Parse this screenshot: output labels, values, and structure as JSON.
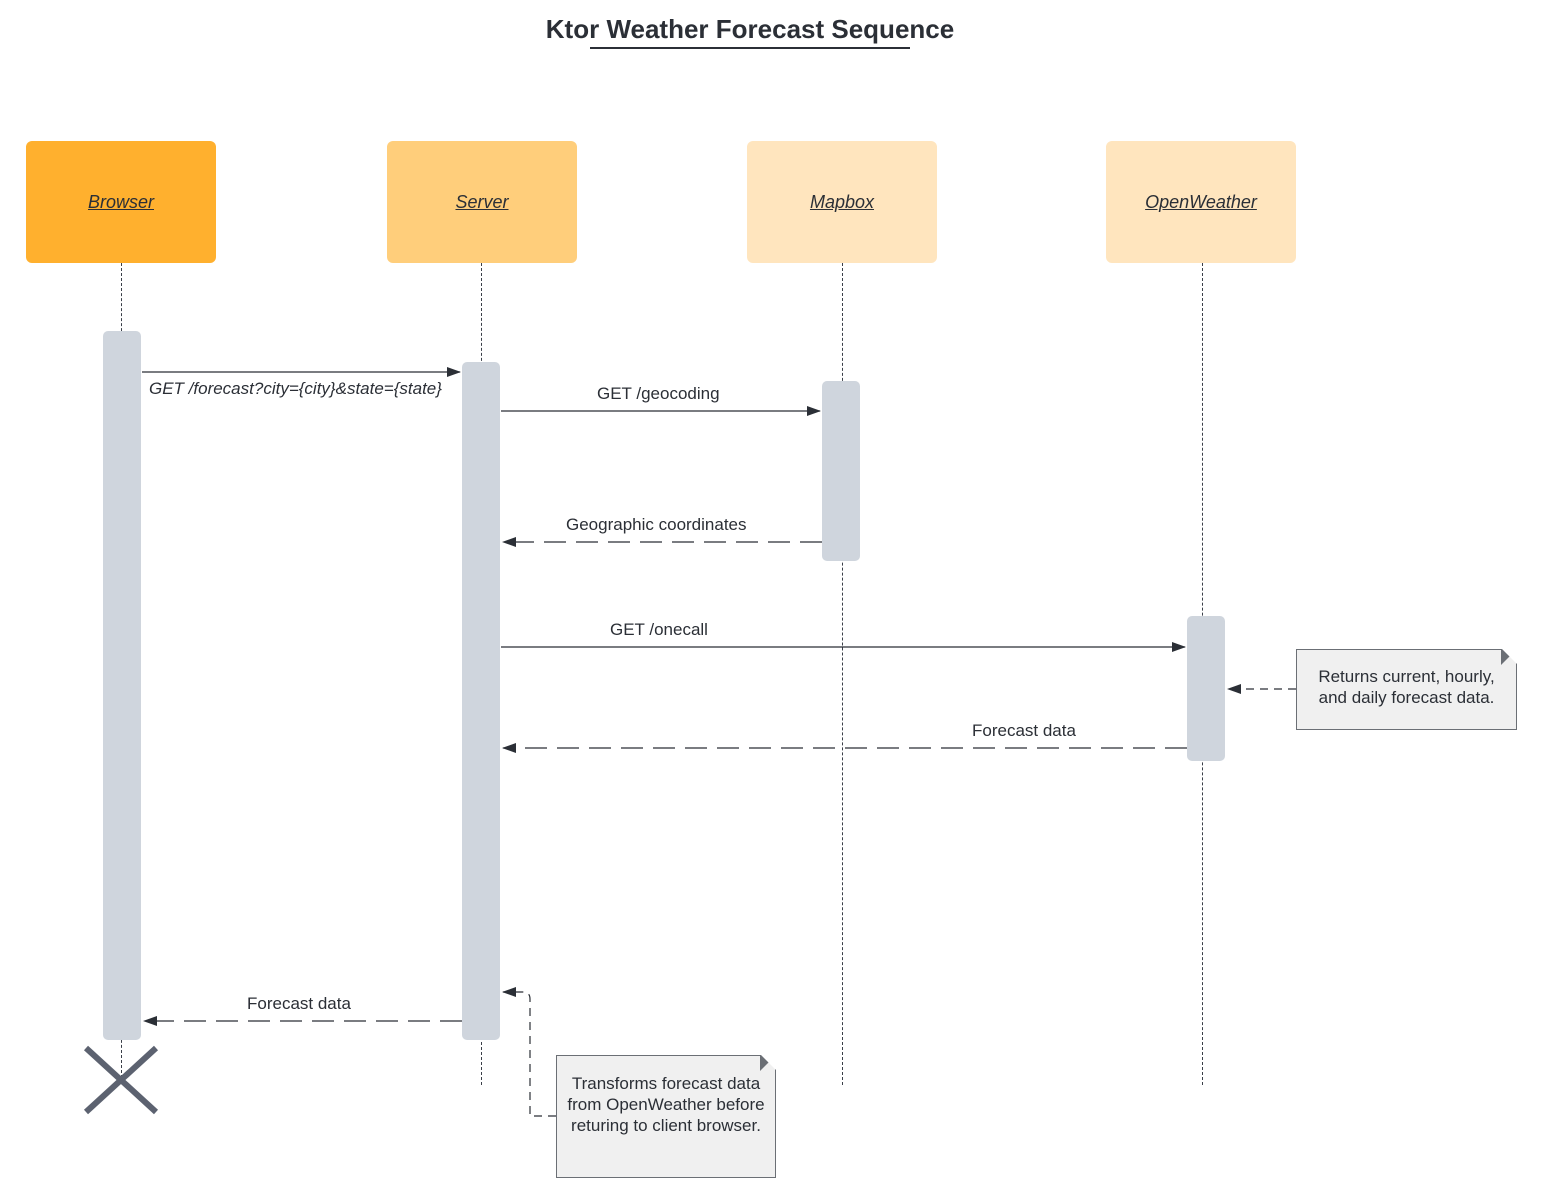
{
  "title": "Ktor Weather Forecast Sequence",
  "actors": [
    {
      "name": "Browser",
      "color": "#FFB02E"
    },
    {
      "name": "Server",
      "color": "#FFCE7B"
    },
    {
      "name": "Mapbox",
      "color": "#FFE5BE"
    },
    {
      "name": "OpenWeather",
      "color": "#FFE5BE"
    }
  ],
  "messages": [
    {
      "from": "Browser",
      "to": "Server",
      "label": "GET /forecast?city={city}&state={state}",
      "style": "solid"
    },
    {
      "from": "Server",
      "to": "Mapbox",
      "label": "GET /geocoding",
      "style": "solid"
    },
    {
      "from": "Mapbox",
      "to": "Server",
      "label": "Geographic coordinates",
      "style": "dashed"
    },
    {
      "from": "Server",
      "to": "OpenWeather",
      "label": "GET /onecall",
      "style": "solid"
    },
    {
      "from": "OpenWeather",
      "to": "Server",
      "label": "Forecast data",
      "style": "dashed"
    },
    {
      "from": "Server",
      "to": "Browser",
      "label": "Forecast data",
      "style": "dashed"
    }
  ],
  "notes": [
    {
      "text": "Returns current, hourly, and daily forecast data.",
      "attached_to": "OpenWeather"
    },
    {
      "text": "Transforms forecast data from OpenWeather before returing to client browser.",
      "attached_to": "Server"
    }
  ],
  "colors": {
    "activation": "#CFD5DD",
    "line": "#3A3F48",
    "destroy": "#5C6270"
  },
  "icons": {
    "destroy": "x-mark-icon"
  }
}
